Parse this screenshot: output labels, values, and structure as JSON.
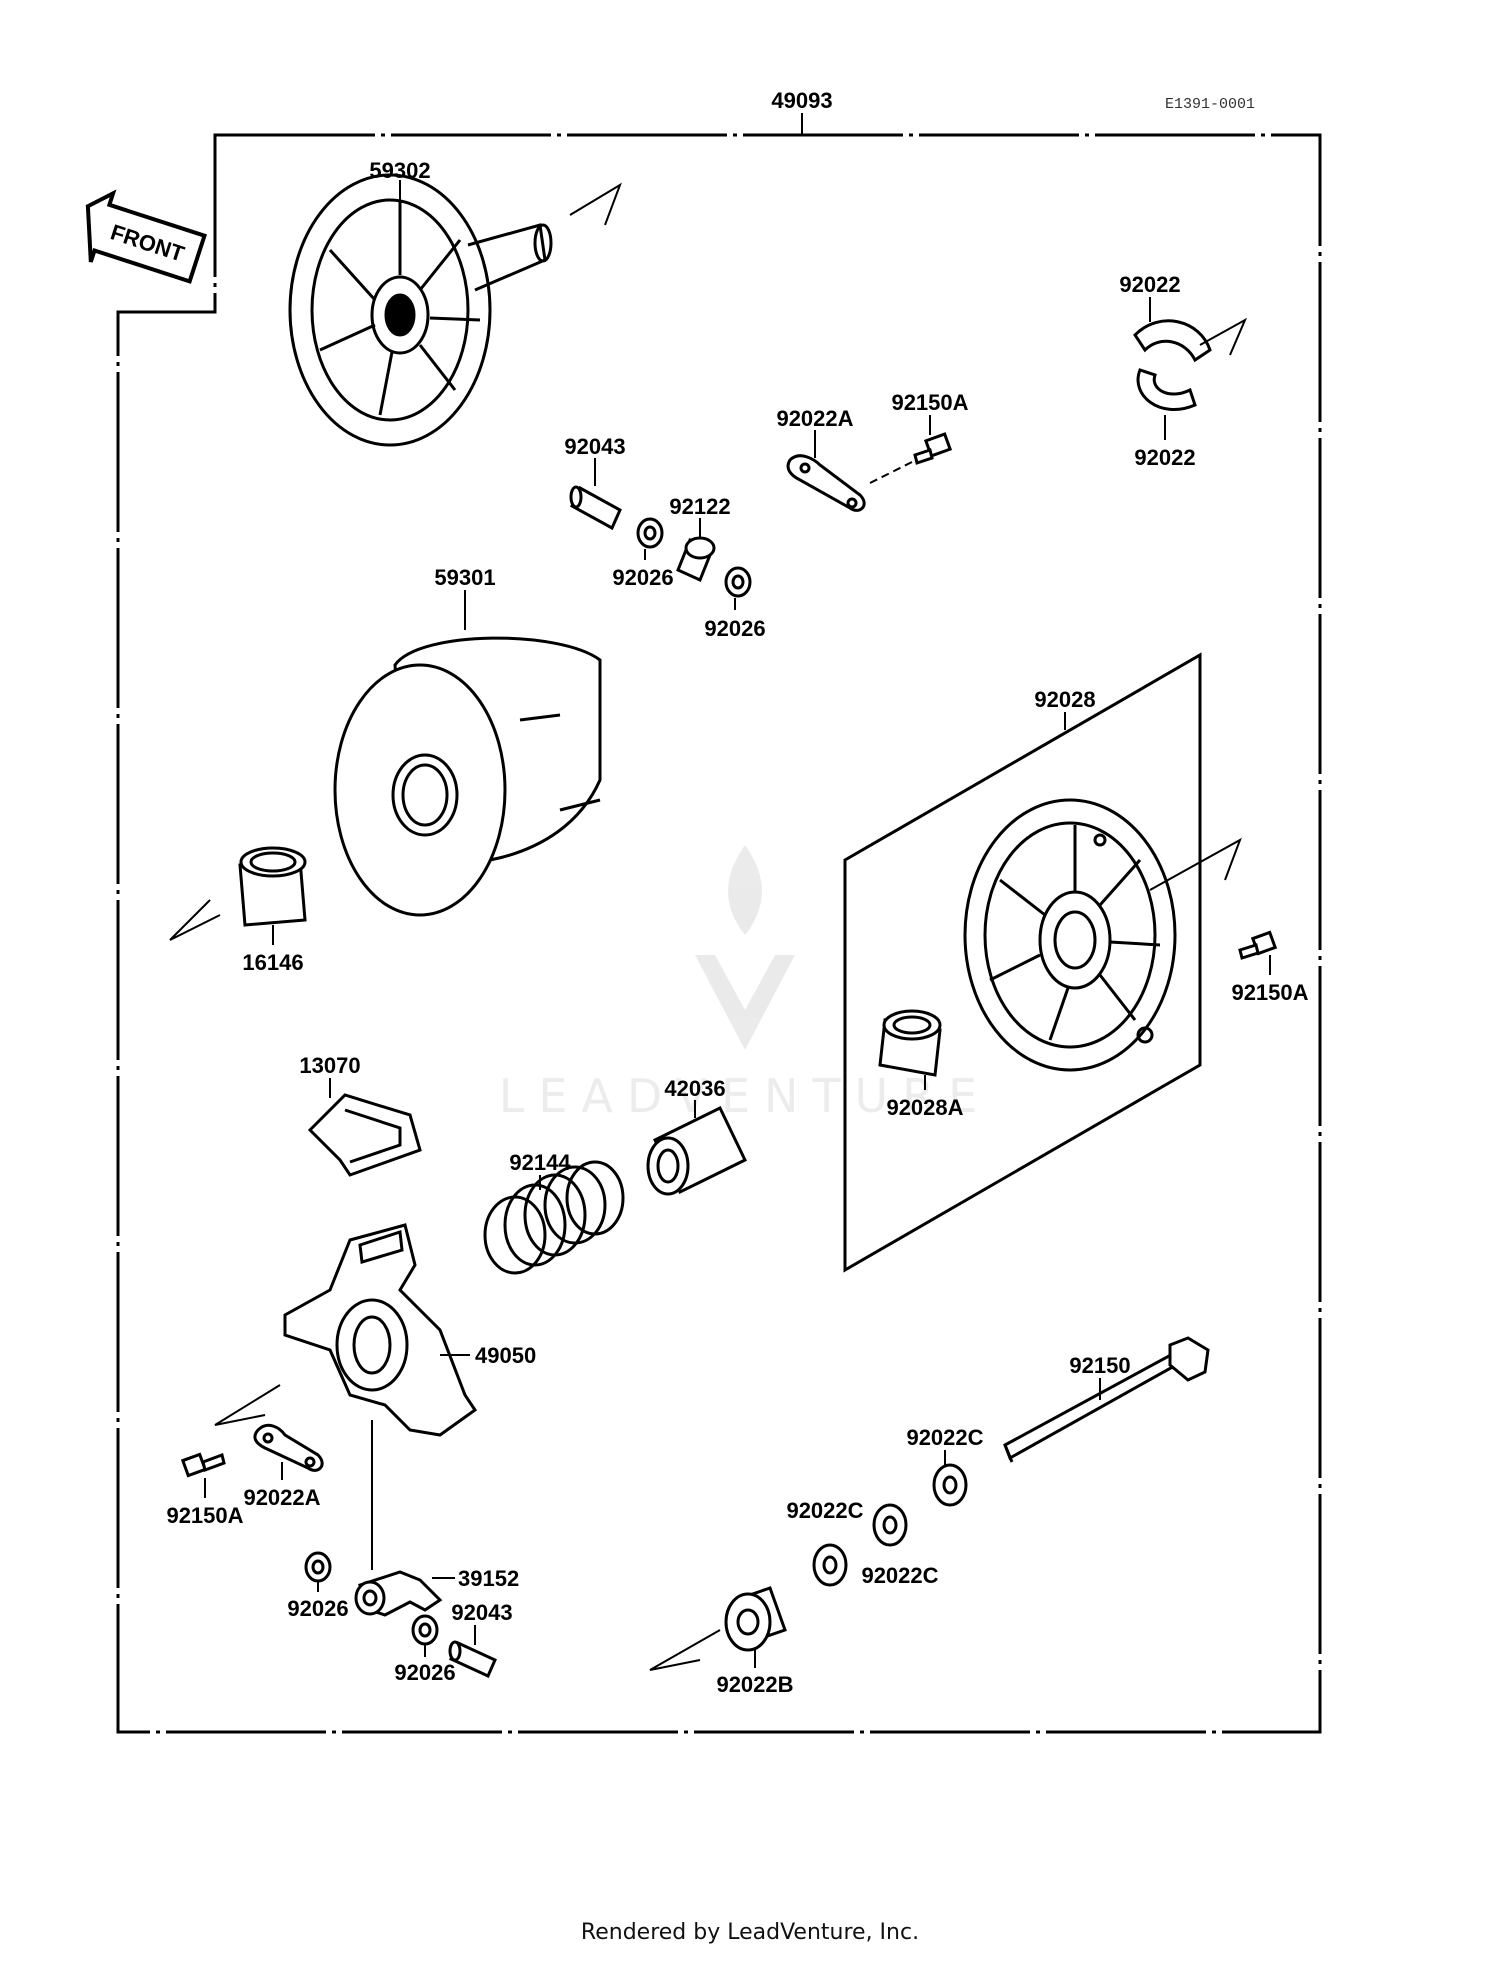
{
  "diagram": {
    "assembly_number": "49093",
    "drawing_code": "E1391-0001",
    "front_label": "FRONT",
    "watermark": "LEADVENTURE",
    "footer": "Rendered by LeadVenture, Inc."
  },
  "parts": [
    {
      "id": "p59302",
      "number": "59302"
    },
    {
      "id": "p92022_top",
      "number": "92022"
    },
    {
      "id": "p92022_bottom",
      "number": "92022"
    },
    {
      "id": "p92022A_top",
      "number": "92022A"
    },
    {
      "id": "p92150A_top",
      "number": "92150A"
    },
    {
      "id": "p92043_top",
      "number": "92043"
    },
    {
      "id": "p92122",
      "number": "92122"
    },
    {
      "id": "p92026_a",
      "number": "92026"
    },
    {
      "id": "p92026_b",
      "number": "92026"
    },
    {
      "id": "p59301",
      "number": "59301"
    },
    {
      "id": "p16146",
      "number": "16146"
    },
    {
      "id": "p92028",
      "number": "92028"
    },
    {
      "id": "p92150A_right",
      "number": "92150A"
    },
    {
      "id": "p92028A",
      "number": "92028A"
    },
    {
      "id": "p13070",
      "number": "13070"
    },
    {
      "id": "p42036",
      "number": "42036"
    },
    {
      "id": "p92144",
      "number": "92144"
    },
    {
      "id": "p49050",
      "number": "49050"
    },
    {
      "id": "p92150",
      "number": "92150"
    },
    {
      "id": "p92022C_a",
      "number": "92022C"
    },
    {
      "id": "p92022C_b",
      "number": "92022C"
    },
    {
      "id": "p92022C_c",
      "number": "92022C"
    },
    {
      "id": "p92150A_bottom",
      "number": "92150A"
    },
    {
      "id": "p92022A_bottom",
      "number": "92022A"
    },
    {
      "id": "p39152",
      "number": "39152"
    },
    {
      "id": "p92026_c",
      "number": "92026"
    },
    {
      "id": "p92043_bottom",
      "number": "92043"
    },
    {
      "id": "p92026_d",
      "number": "92026"
    },
    {
      "id": "p92022B",
      "number": "92022B"
    }
  ]
}
